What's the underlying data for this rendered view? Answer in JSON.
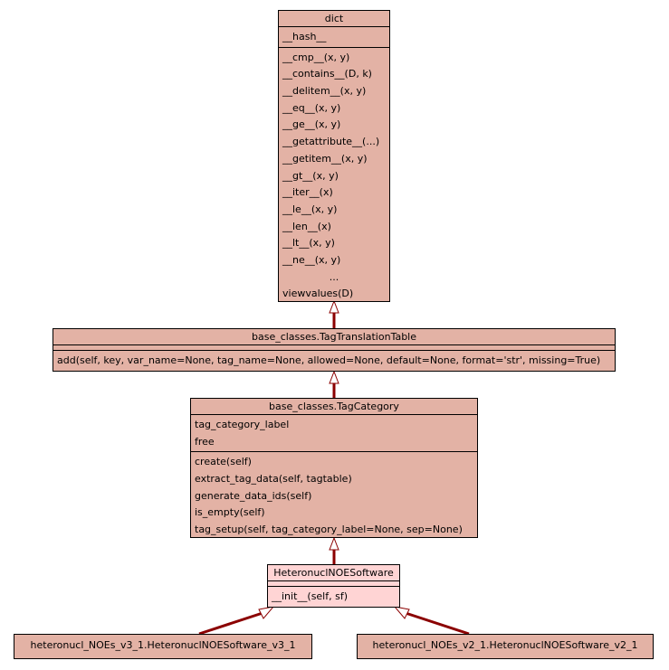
{
  "classes": {
    "dict": {
      "name": "dict",
      "attributes": [
        "__hash__"
      ],
      "methods": [
        "__cmp__(x, y)",
        "__contains__(D, k)",
        "__delitem__(x, y)",
        "__eq__(x, y)",
        "__ge__(x, y)",
        "__getattribute__(...)",
        "__getitem__(x, y)",
        "__gt__(x, y)",
        "__iter__(x)",
        "__le__(x, y)",
        "__len__(x)",
        "__lt__(x, y)",
        "__ne__(x, y)",
        "...",
        "viewvalues(D)"
      ]
    },
    "tag_translation_table": {
      "name": "base_classes.TagTranslationTable",
      "methods": [
        "add(self, key, var_name=None, tag_name=None, allowed=None, default=None, format='str', missing=True)"
      ]
    },
    "tag_category": {
      "name": "base_classes.TagCategory",
      "attributes": [
        "tag_category_label",
        "free"
      ],
      "methods": [
        "create(self)",
        "extract_tag_data(self, tagtable)",
        "generate_data_ids(self)",
        "is_empty(self)",
        "tag_setup(self, tag_category_label=None, sep=None)"
      ]
    },
    "heteronucl_noe_software": {
      "name": "HeteronuclNOESoftware",
      "methods": [
        "__init__(self, sf)"
      ]
    },
    "v3_1": {
      "name": "heteronucl_NOEs_v3_1.HeteronuclNOESoftware_v3_1"
    },
    "v2_1": {
      "name": "heteronucl_NOEs_v2_1.HeteronuclNOESoftware_v2_1"
    }
  },
  "colors": {
    "class_fill": "#e3b2a5",
    "focus_fill": "#ffd4d4",
    "edge": "#8b0000"
  }
}
